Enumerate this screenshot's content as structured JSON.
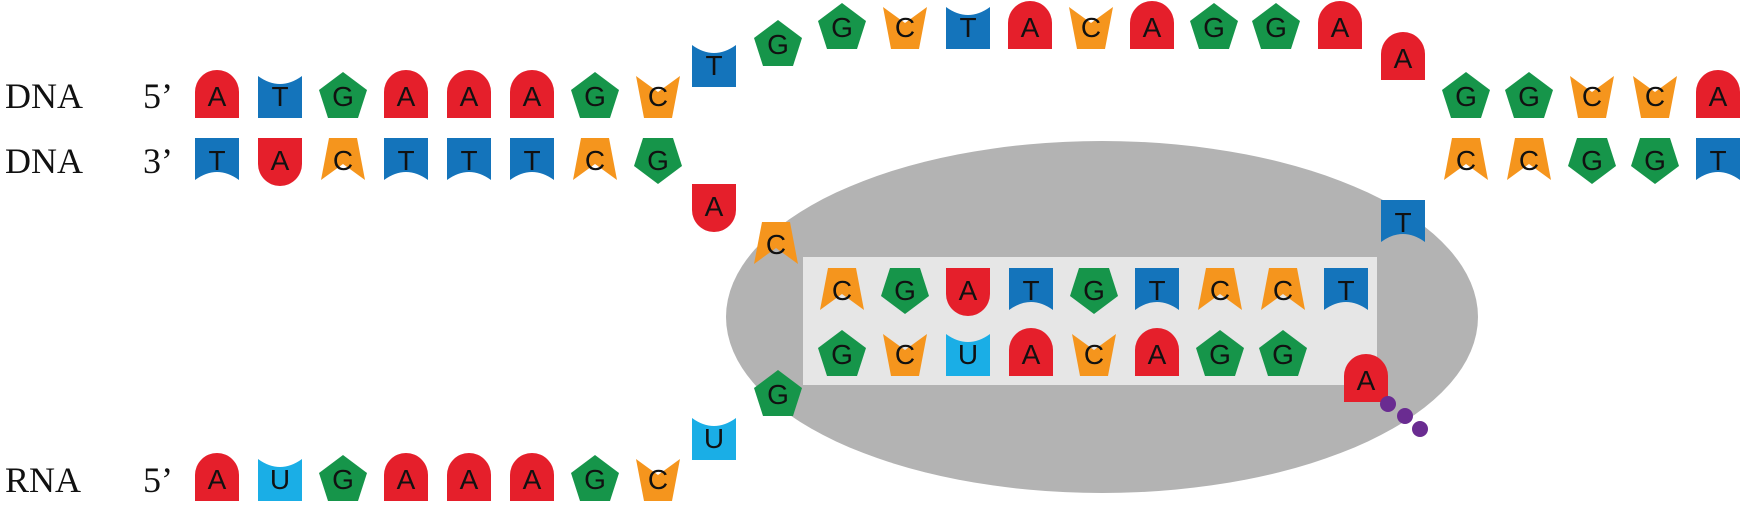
{
  "labels": {
    "dna_top": "DNA",
    "dna_bottom": "DNA",
    "rna": "RNA",
    "five_prime_top": "5’",
    "three_prime_bottom": "3’",
    "five_prime_rna": "5’"
  },
  "colors": {
    "A": "#e51f2b",
    "T": "#1474bb",
    "G": "#16954a",
    "C": "#f5951d",
    "U": "#1aaee6",
    "polymerase": "#b3b3b3",
    "hybrid_box": "#e6e6e6",
    "triphosphate": "#6a2c91"
  },
  "sequences": {
    "dna_coding_left": [
      "A",
      "T",
      "G",
      "A",
      "A",
      "A",
      "G",
      "C"
    ],
    "dna_coding_bubble": [
      "T",
      "G",
      "G",
      "C",
      "T",
      "A",
      "C",
      "A",
      "G",
      "G",
      "A",
      "A"
    ],
    "dna_coding_right": [
      "G",
      "G",
      "C",
      "C",
      "A"
    ],
    "dna_template_left": [
      "T",
      "A",
      "C",
      "T",
      "T",
      "T",
      "C",
      "G"
    ],
    "dna_template_bubble_entry": [
      "A",
      "C"
    ],
    "dna_template_hybrid": [
      "C",
      "G",
      "A",
      "T",
      "G",
      "T",
      "C",
      "C",
      "T"
    ],
    "dna_template_bubble_exit": [
      "T"
    ],
    "dna_template_right": [
      "C",
      "C",
      "G",
      "G",
      "T"
    ],
    "rna_tail": [
      "A",
      "U",
      "G",
      "A",
      "A",
      "A",
      "G",
      "C"
    ],
    "rna_exit": [
      "U",
      "G"
    ],
    "rna_hybrid": [
      "G",
      "C",
      "U",
      "A",
      "C",
      "A",
      "G",
      "G"
    ],
    "incoming_ntp": [
      "A"
    ]
  }
}
